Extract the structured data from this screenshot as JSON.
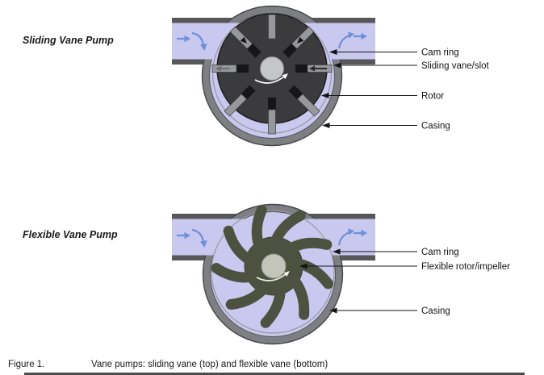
{
  "diagram": {
    "titles": {
      "top": "Sliding Vane Pump",
      "bottom": "Flexible Vane Pump"
    },
    "labels": {
      "top": [
        "Cam ring",
        "Sliding vane/slot",
        "Rotor",
        "Casing"
      ],
      "bottom": [
        "Cam ring",
        "Flexible rotor/impeller",
        "Casing"
      ]
    },
    "caption": {
      "figure": "Figure 1.",
      "text": "Vane pumps: sliding vane (top) and flexible vane (bottom)"
    },
    "colors": {
      "fluid_lavender": "#c9c8ef",
      "pipe_border_gray": "#58585a",
      "casing_gray": "#7e7f83",
      "casing_outline": "#47474b",
      "cam_ring_line": "#97979c",
      "rotor_dark": "#3b3b3d",
      "vane_gray": "#97989b",
      "slot_black": "#161618",
      "hub_gray": "#c5c6c8",
      "impeller_olive": "#4d5140",
      "flow_arrow_blue": "#6d90d8",
      "label_black": "#141414"
    }
  }
}
